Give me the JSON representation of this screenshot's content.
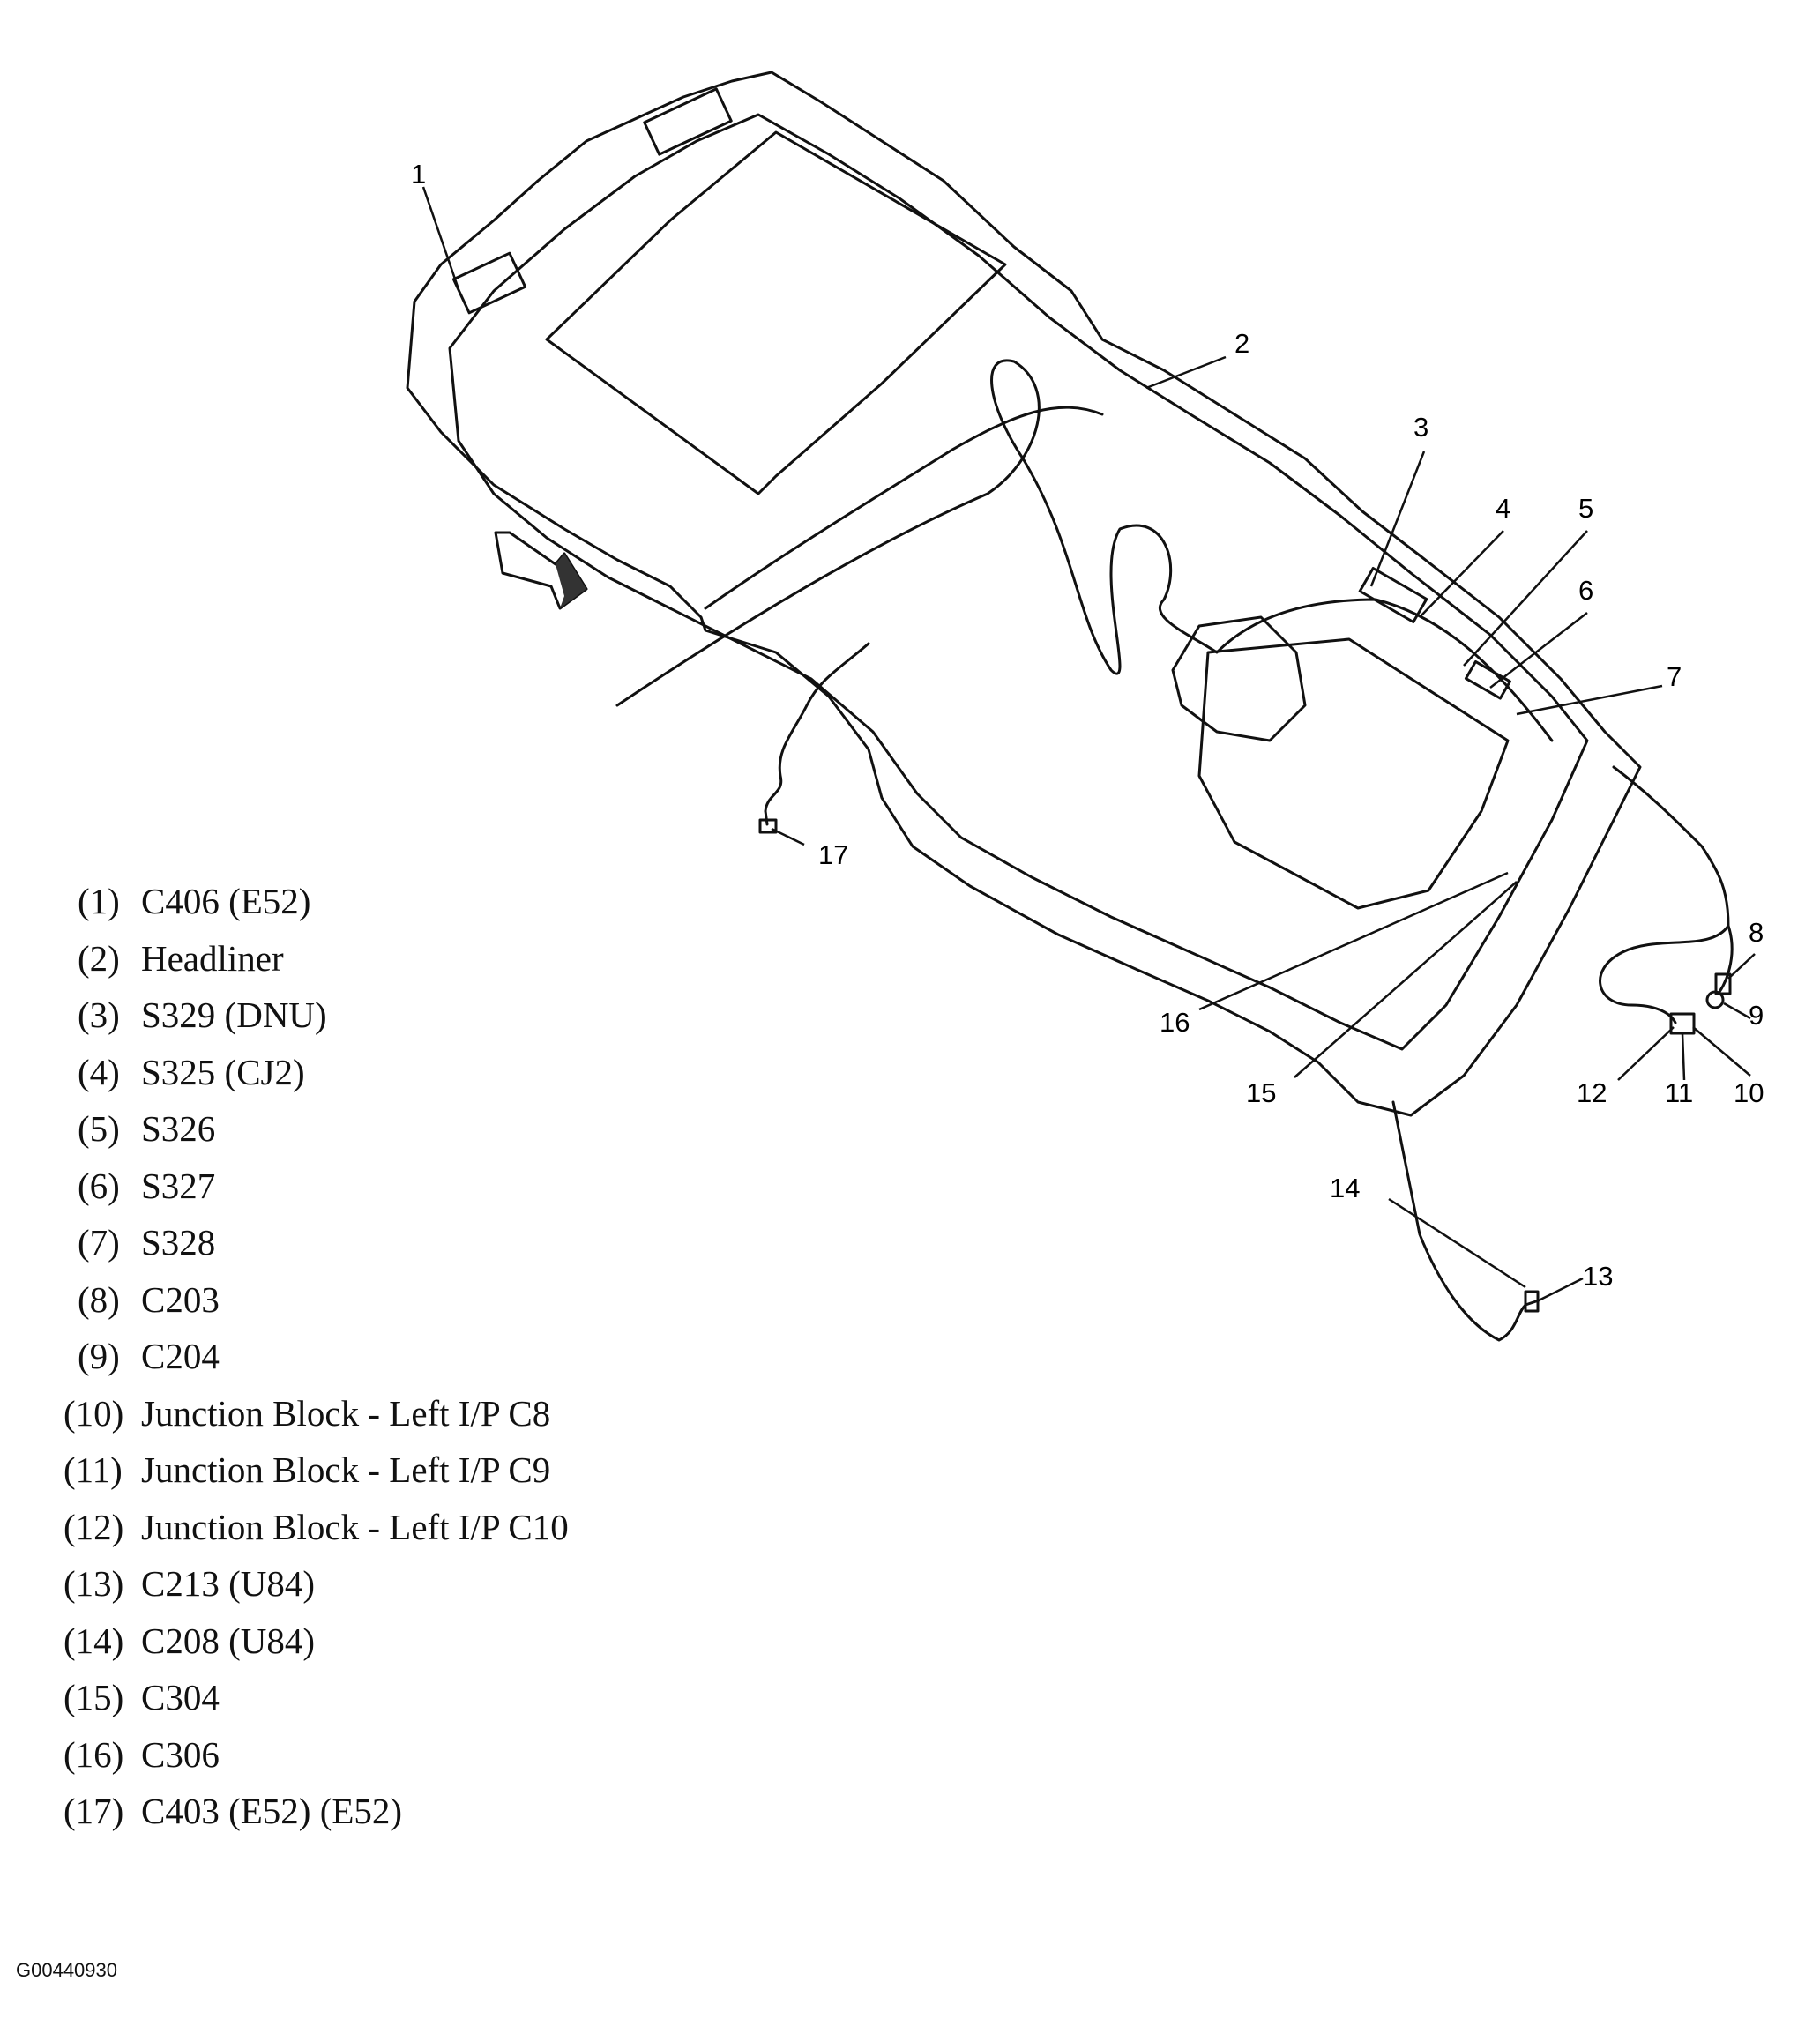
{
  "callouts": [
    "1",
    "2",
    "3",
    "4",
    "5",
    "6",
    "7",
    "8",
    "9",
    "10",
    "11",
    "12",
    "13",
    "14",
    "15",
    "16",
    "17"
  ],
  "legend": [
    {
      "num": "(1)",
      "label": "C406 (E52)"
    },
    {
      "num": "(2)",
      "label": "Headliner"
    },
    {
      "num": "(3)",
      "label": "S329 (DNU)"
    },
    {
      "num": "(4)",
      "label": "S325 (CJ2)"
    },
    {
      "num": "(5)",
      "label": "S326"
    },
    {
      "num": "(6)",
      "label": "S327"
    },
    {
      "num": "(7)",
      "label": "S328"
    },
    {
      "num": "(8)",
      "label": "C203"
    },
    {
      "num": "(9)",
      "label": "C204"
    },
    {
      "num": "(10)",
      "label": "Junction Block - Left I/P C8"
    },
    {
      "num": "(11)",
      "label": "Junction Block - Left I/P C9"
    },
    {
      "num": "(12)",
      "label": "Junction Block - Left I/P C10"
    },
    {
      "num": "(13)",
      "label": "C213 (U84)"
    },
    {
      "num": "(14)",
      "label": "C208 (U84)"
    },
    {
      "num": "(15)",
      "label": "C304"
    },
    {
      "num": "(16)",
      "label": "C306"
    },
    {
      "num": "(17)",
      "label": "C403 (E52) (E52)"
    }
  ],
  "figure_id": "G00440930"
}
